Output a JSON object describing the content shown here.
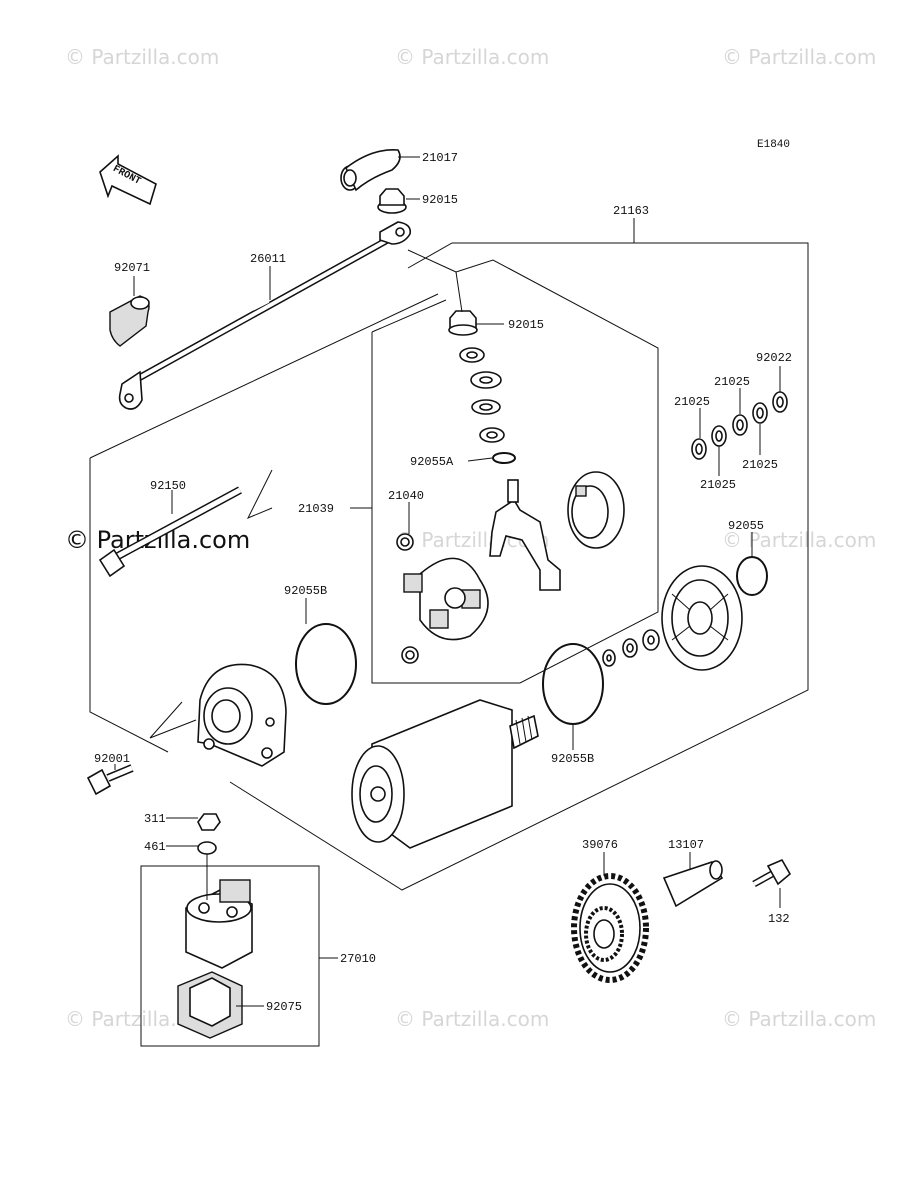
{
  "diagram_code": "E1840",
  "front_label": "FRONT",
  "watermark": {
    "text": "© Partzilla.com",
    "main_text": "© Partzilla.com"
  },
  "parts": {
    "p21017": "21017",
    "p92015_top": "92015",
    "p21163": "21163",
    "p92071": "92071",
    "p26011": "26011",
    "p92015_mid": "92015",
    "p92022": "92022",
    "p21025_a": "21025",
    "p21025_b": "21025",
    "p21025_c": "21025",
    "p21025_d": "21025",
    "p92055A": "92055A",
    "p92150": "92150",
    "p21040": "21040",
    "p21039": "21039",
    "p92055": "92055",
    "p92055B_left": "92055B",
    "p92055B_right": "92055B",
    "p92001": "92001",
    "p311": "311",
    "p461": "461",
    "p39076": "39076",
    "p13107": "13107",
    "p132": "132",
    "p27010": "27010",
    "p92075": "92075"
  },
  "colors": {
    "line": "#111111",
    "watermark": "#d6d6d6"
  }
}
